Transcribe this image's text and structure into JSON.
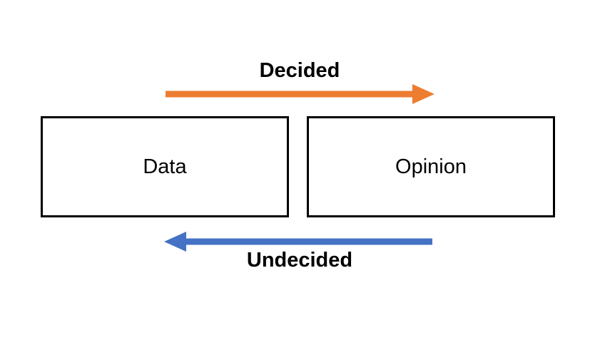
{
  "diagram": {
    "top_flow": {
      "label": "Decided",
      "direction": "right"
    },
    "bottom_flow": {
      "label": "Undecided",
      "direction": "left"
    },
    "nodes": {
      "left": {
        "label": "Data"
      },
      "right": {
        "label": "Opinion"
      }
    },
    "colors": {
      "decided_arrow": "#ED7D31",
      "undecided_arrow": "#4472C4",
      "box_border": "#000000",
      "text": "#000000",
      "background": "#FFFFFF"
    }
  }
}
